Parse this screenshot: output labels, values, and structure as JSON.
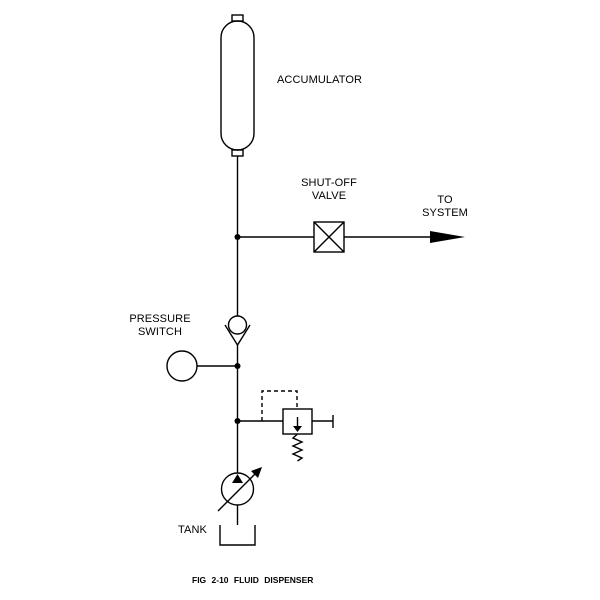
{
  "labels": {
    "accumulator": "ACCUMULATOR",
    "shutoff_valve": [
      "SHUT-OFF",
      "VALVE"
    ],
    "to_system": [
      "TO",
      "SYSTEM"
    ],
    "pressure_switch": [
      "PRESSURE",
      "SWITCH"
    ],
    "tank": "TANK"
  },
  "caption": "FIG 2-10   FLUID DISPENSER",
  "colors": {
    "line": "#000000",
    "background": "#ffffff"
  }
}
